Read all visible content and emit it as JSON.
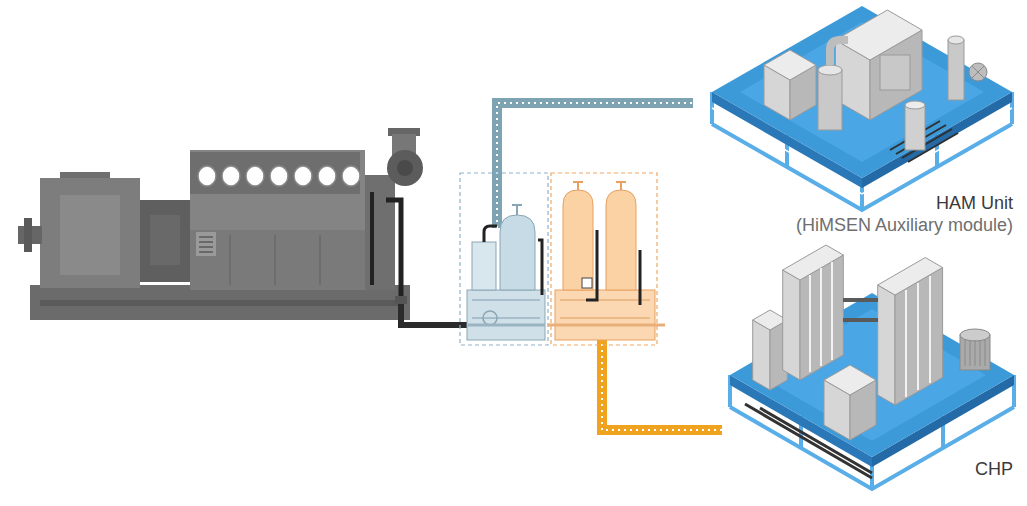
{
  "diagram": {
    "nodes": [
      {
        "text": [
          "HAM Unit",
          "(HiMSEN Auxiliary module)"
        ]
      },
      {
        "text": [
          "CHP"
        ]
      }
    ]
  }
}
